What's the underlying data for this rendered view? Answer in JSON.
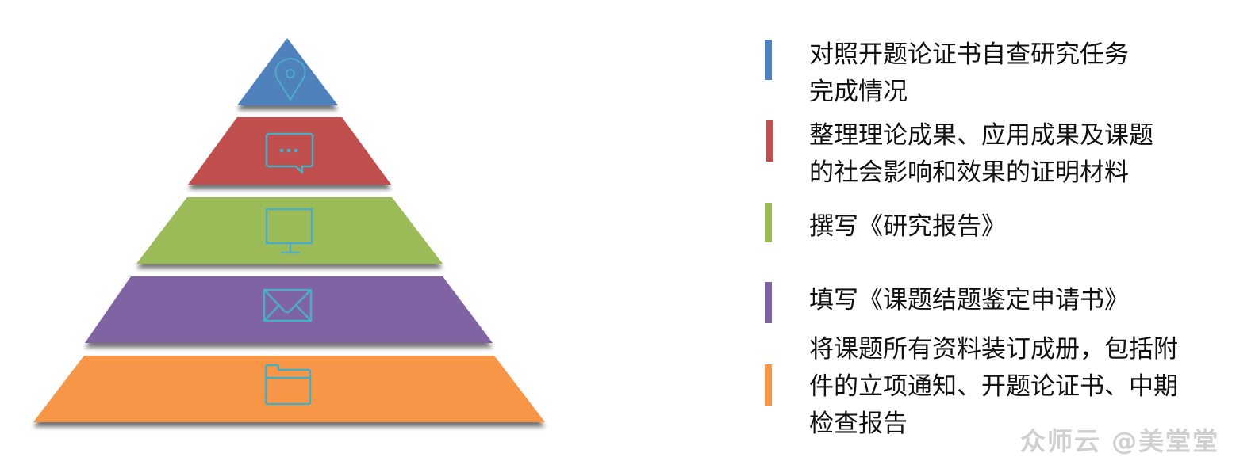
{
  "diagram": {
    "type": "pyramid",
    "levels": [
      {
        "id": 1,
        "color": "#4f81bd",
        "icon": "location-pin-icon",
        "text": "对照开题论证书自查研究任务\n完成情况",
        "lines": [
          "对照开题论证书自查研究任务",
          "完成情况"
        ]
      },
      {
        "id": 2,
        "color": "#c0504d",
        "icon": "chat-bubble-icon",
        "text": "整理理论成果、应用成果及课题的社会影响和效果的证明材料",
        "lines": [
          "整理理论成果、应用成果及课题",
          "的社会影响和效果的证明材料"
        ]
      },
      {
        "id": 3,
        "color": "#9bbb59",
        "icon": "monitor-icon",
        "text": "撰写《研究报告》",
        "lines": [
          "撰写《研究报告》"
        ]
      },
      {
        "id": 4,
        "color": "#8064a2",
        "icon": "envelope-icon",
        "text": "填写《课题结题鉴定申请书》",
        "lines": [
          "填写《课题结题鉴定申请书》"
        ]
      },
      {
        "id": 5,
        "color": "#f79646",
        "icon": "folder-icon",
        "text": "将课题所有资料装订成册，包括附件的立项通知、开题论证书、中期检查报告",
        "lines": [
          "将课题所有资料装订成册，包括附",
          "件的立项通知、开题论证书、中期",
          "检查报告"
        ]
      }
    ],
    "icon_color": "#4bacc6"
  },
  "watermark": "众师云 @美堂堂"
}
